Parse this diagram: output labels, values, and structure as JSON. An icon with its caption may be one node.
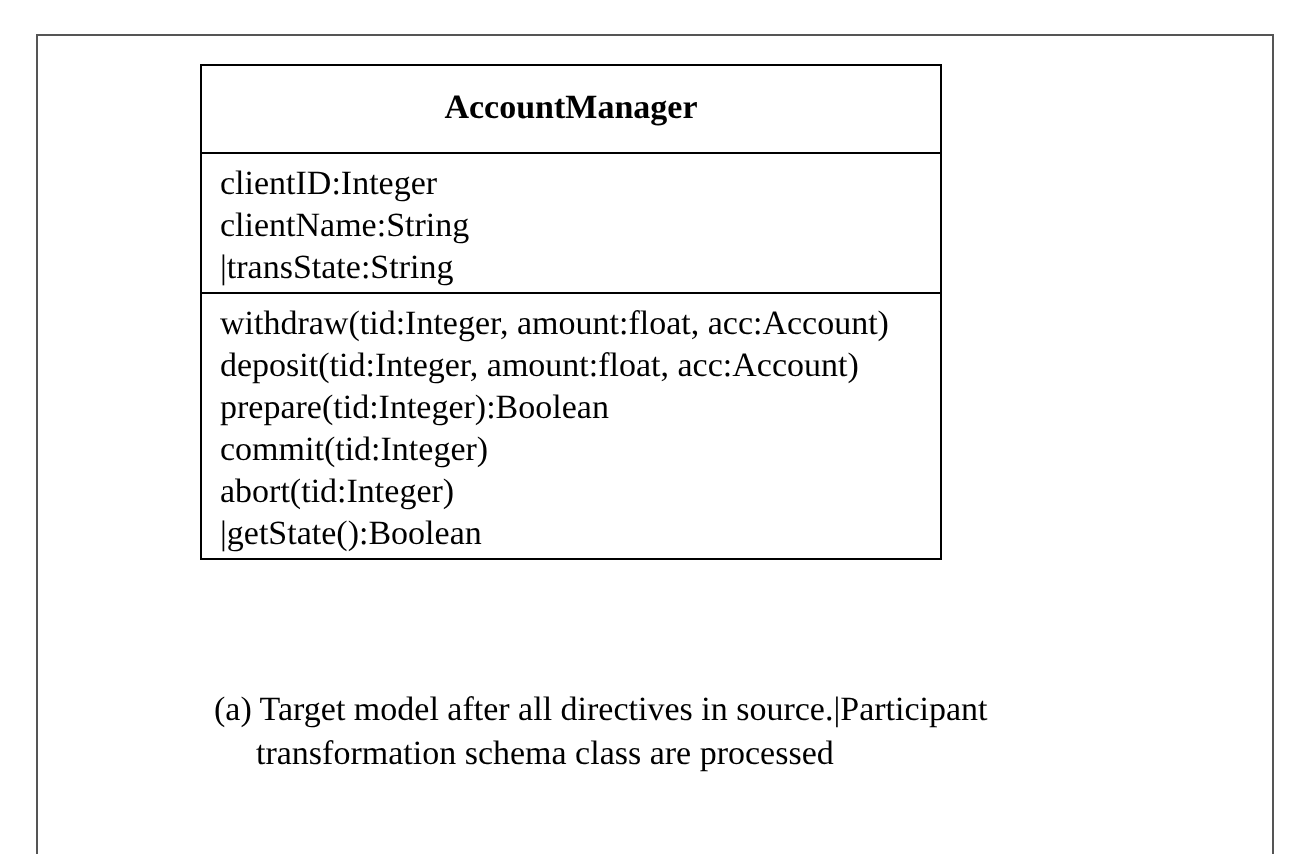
{
  "diagram": {
    "caption": "(a) Target model after all directives in source.|Participant transformation schema class are processed",
    "nodes": [
      {
        "text": [
          "AccountManager"
        ]
      },
      {
        "text": [
          "clientID:Integer",
          "clientName:String",
          "|transState:String"
        ],
        "in": 0
      },
      {
        "text": [
          "withdraw(tid:Integer, amount:float, acc:Account)",
          "deposit(tid:Integer, amount:float, acc:Account)",
          "prepare(tid:Integer):Boolean",
          "commit(tid:Integer)",
          "abort(tid:Integer)",
          "|getState():Boolean"
        ],
        "in": 0
      }
    ],
    "edges": []
  }
}
